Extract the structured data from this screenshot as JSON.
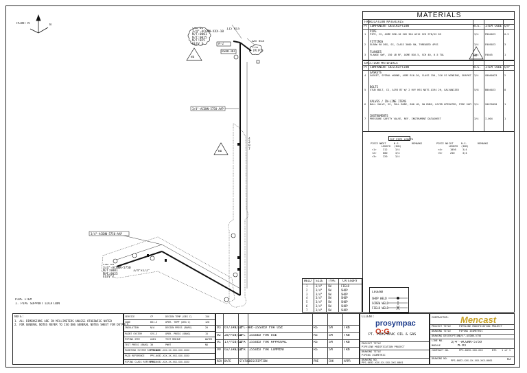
{
  "north_arrow": {
    "pn_label": "PLANT N",
    "n_label": "N"
  },
  "iso": {
    "cloud_top_lines": [
      "CSD 69",
      "3/4\"-ACGNN-XXX-10",
      "N/T:0001",
      "N/T:0025",
      "N/T:B25",
      "ELEV 3"
    ],
    "cloud_right_lines": [
      "FPR",
      "(M:P1)"
    ],
    "tag_top_1": "A-2",
    "tag_top_2": "RSOK-HH",
    "dim_top": "115 dia",
    "dim_right": "125 dia",
    "line_tag_1": "3/4\"-ACGNN-5750-AAP",
    "line_tag_2": "3/4\"-ACGNN-5750-AAP",
    "rev_label": "BD",
    "cloud_bottom_lines": [
      "CSD 69",
      "3/4\"-ACGNN-5750",
      "N/T:0001",
      "N/T:0025",
      "ELEV 2"
    ],
    "label_bottom_left": "3/4\"x1/2\"",
    "vertical_dim": "4 2 0 7"
  },
  "pipe_items": {
    "title": "PIPE ITEM",
    "note": "1. PIPE SUPPORT LOCATION"
  },
  "weld_table": {
    "headers": [
      "WELD",
      "SIZE",
      "TYPE",
      "CATEGORY"
    ],
    "rows": [
      [
        "1",
        "3/4\"",
        "SW",
        "FIELD"
      ],
      [
        "2",
        "3/4\"",
        "SW",
        "SHOP"
      ],
      [
        "3",
        "3/4\"",
        "SW",
        "SHOP"
      ],
      [
        "4",
        "3/4\"",
        "SW",
        "SHOP"
      ],
      [
        "5",
        "3/4\"",
        "SW",
        "SHOP"
      ],
      [
        "6",
        "3/4\"",
        "SW",
        "SHOP"
      ],
      [
        "7",
        "3/4\"",
        "SW",
        "SHOP"
      ]
    ]
  },
  "legend": {
    "title": "LEGEND",
    "items": [
      "SHOP WELD",
      "SCREW WELD",
      "FIELD WELD"
    ]
  },
  "materials": {
    "title": "MATERIALS",
    "fab_header": "FABRICATION MATERIALS",
    "columns": [
      "PT",
      "COMPONENT DESCRIPTION",
      "N.S.",
      "ITEM CODE",
      "QTY"
    ],
    "fab_groups": [
      {
        "group": "PIPE",
        "rows": [
          [
            "1",
            "PIPE, CS, ASME B36.10 SUS 304 A312 SCH STD/XS 85",
            "3/4",
            "P004023",
            "0.5"
          ]
        ]
      },
      {
        "group": "FITTINGS",
        "rows": [
          [
            "2",
            "ELBOW 90 DEG, SS, CLASS 3000 SW, THREADED 4PSS",
            "3/4",
            "F005023",
            "3"
          ]
        ]
      },
      {
        "group": "FLANGES",
        "rows": [
          [
            "3",
            "FLANGE SWF, 150 LB RF, ASME B16.5, SCH 40, 0.5 TOL",
            "3/4",
            "F0045",
            "1"
          ]
        ]
      }
    ],
    "erection_header": "ERECTION MATERIALS",
    "erection_groups": [
      {
        "group": "GASKETS",
        "rows": [
          [
            "4",
            "GASKET, SPIRAL WOUND, ASME B16.20, CLASS 150, 316 SS WINDING, GRAPHITE FILLER",
            "3/4",
            "G00A0023",
            "2"
          ]
        ]
      },
      {
        "group": "BOLTS",
        "rows": [
          [
            "5",
            "STUD BOLT, CS, A193 B7 W/ 2 HVY HEX NUTS A194 2H, GALVANIZED",
            "5/8",
            "B004023",
            "8"
          ]
        ]
      },
      {
        "group": "VALVES / IN-LINE ITEMS",
        "rows": [
          [
            "6",
            "BALL VALVE, SS, FULL BORE, 800 LB, SW ENDS, LEVER OPERATED, FIRE SAFE",
            "3/4",
            "V0070020",
            "1"
          ]
        ]
      },
      {
        "group": "INSTRUMENTS",
        "rows": [
          [
            "7",
            "PRESSURE SAFETY VALVE, REF. INSTRUMENT DATASHEET",
            "3/4",
            "I-004",
            "1"
          ]
        ]
      }
    ],
    "cut_header": "CUT PIPE LENGTH",
    "cut_columns": [
      "PIECE NO",
      "CUT LENGTH",
      "N.S. (INS)",
      "REMARKS",
      "PIECE NO",
      "CUT LENGTH",
      "N.S. (INS)",
      "REMARKS"
    ],
    "cut_rows": [
      [
        "<1>",
        "312",
        "3/4",
        "",
        "<4>",
        "1056",
        "3/4",
        ""
      ],
      [
        "<2>",
        "600",
        "3/4",
        "",
        "<5>",
        "250",
        "3/4",
        ""
      ],
      [
        "<3>",
        "220",
        "3/4",
        "",
        "",
        "",
        "",
        ""
      ]
    ]
  },
  "notes": {
    "title": "NOTE:",
    "lines": [
      "1. ALL DIMENSIONS ARE IN MILLIMETERS UNLESS OTHERWISE NOTED",
      "2. FOR GENERAL NOTES REFER TO ISO DWG GENERAL NOTES SHEET FOR DETAILS"
    ]
  },
  "design_data": [
    [
      "SERVICE",
      "CP",
      "DESIGN TEMP (DEG C)",
      "150"
    ],
    [
      "CODE",
      "B31.3",
      "OPER. TEMP (DEG C)",
      "120"
    ],
    [
      "INSULATION",
      "N/A",
      "DESIGN PRESS (BARG)",
      "20"
    ],
    [
      "PAINT SYSTEM",
      "SYS-3",
      "OPER. PRESS (BARG)",
      "15"
    ],
    [
      "PIPING SPEC",
      "A1B1",
      "TEST MEDIUM",
      "WATER"
    ],
    [
      "TEST PRESS (BARG)",
      "30",
      "PWHT",
      "NO"
    ],
    [
      "PAINTING SYSTEM REFERENCE",
      "PPS-0032-XXX-XX-XXX-XXX-XXXX",
      "",
      ""
    ],
    [
      "P&ID REFERENCE",
      "PPS-0032-XXX-XX-XXX-XXX-XXXX",
      "",
      ""
    ],
    [
      "PIPING CLASS REFERENCE",
      "PPS-0032-XXX-XX-XXX-XXX-XXXX",
      "",
      ""
    ]
  ],
  "revisions": {
    "headers": [
      "REV",
      "DATE",
      "STATUS",
      "DESCRIPTION",
      "PRE",
      "CHK",
      "APPR"
    ],
    "rows": [
      [
        "03",
        "07/JAN/23",
        "IFC-R",
        "RE-ISSUED FOR USE",
        "RS",
        "SM",
        "TRB"
      ],
      [
        "02",
        "28/FEB/23",
        "IFC",
        "ISSUED FOR USE",
        "RS",
        "SM",
        "TRB"
      ],
      [
        "01",
        "17/FEB/23",
        "IFA",
        "ISSUED FOR APPROVAL",
        "RS",
        "SM",
        "TRB"
      ],
      [
        "00",
        "02/JAN/23",
        "IFR",
        "ISSUED FOR COMMENT",
        "RS",
        "SM",
        "TRB"
      ]
    ]
  },
  "client": {
    "label": "CLIENT:",
    "logo_main": "prosympac",
    "logo_og": "O:G",
    "company": "PT. PROSYMPAC OIL & GAS",
    "contractor_label": "CONTRACTOR:",
    "contractor_logo": "Mencast",
    "rows": [
      [
        "PROJECT TITLE",
        "PIPELINE MODIFICATION PROJECT"
      ],
      [
        "DRAWING TITLE",
        "PIPING ISOMETRIC"
      ],
      [
        "DRAWING DESCRIPTION",
        "3/4\"-ACGNN-5750"
      ],
      [
        "LINE NO.",
        "3/4\"-ACGNN-5750"
      ],
      [
        "MODULE",
        "M-03"
      ],
      [
        "CONTRACT NO.",
        "PPS-0032-XXX-XXX"
      ],
      [
        "DRAWING NO.",
        "PPS-0032-XXX-XX-XXX-XXX-0001"
      ]
    ],
    "scale": "NTS",
    "sheet": "1 of 1",
    "rev": "03"
  },
  "colors": {
    "line": "#111111",
    "brand_blue": "#1b3a8a",
    "brand_red": "#d03a20",
    "brand_gold": "#c9a227"
  }
}
